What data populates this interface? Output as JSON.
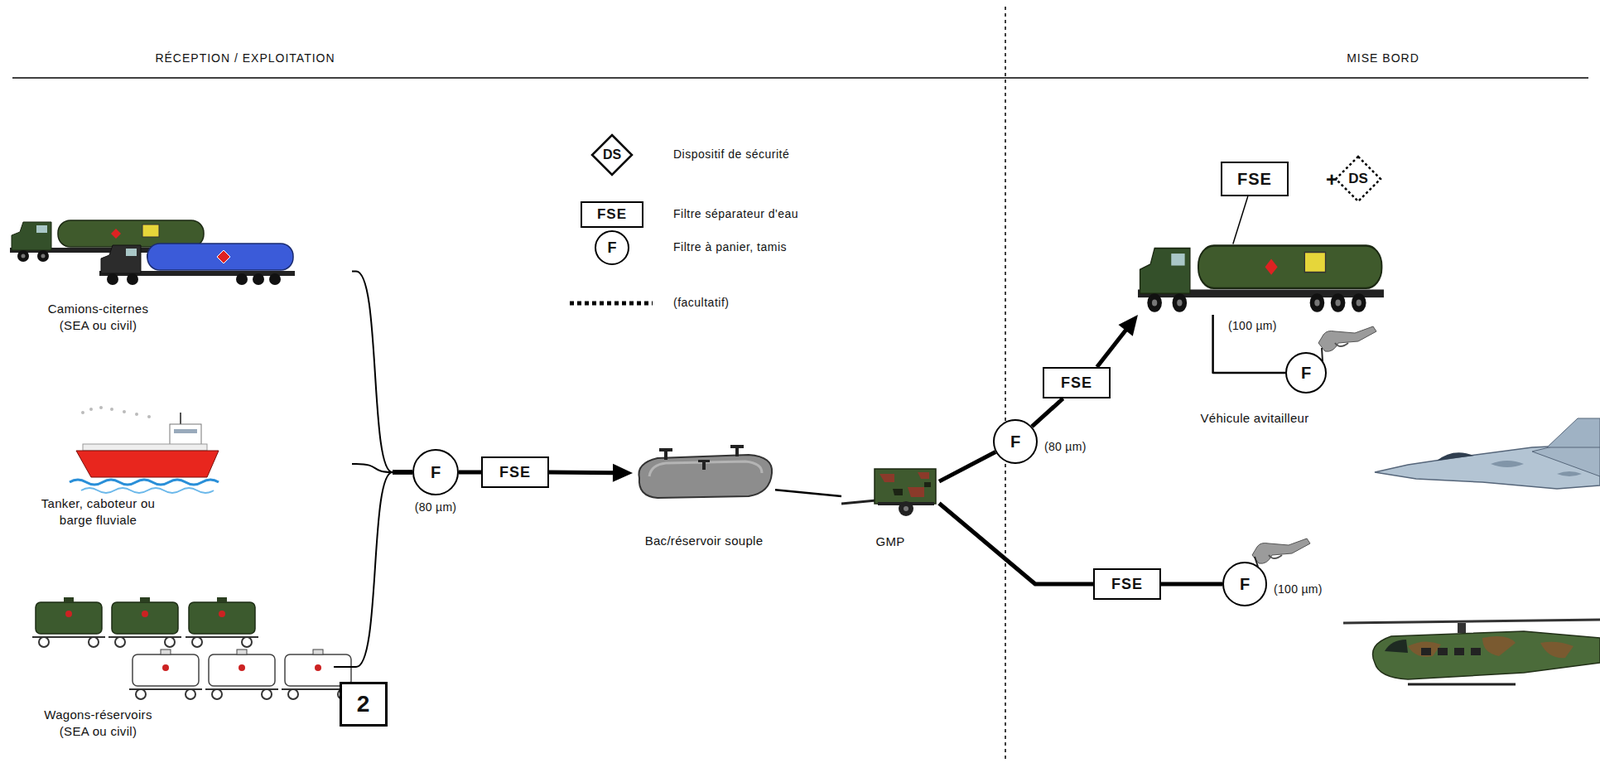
{
  "diagram": {
    "nodes": [
      {
        "text": [
          "Camions-citernes (SEA ou civil)"
        ]
      },
      {
        "text": [
          "Tanker, caboteur ou barge fluviale"
        ]
      },
      {
        "text": [
          "Wagons-réservoirs (SEA ou civil)"
        ]
      },
      {
        "text": [
          "2"
        ]
      },
      {
        "text": [
          "F",
          "(80 µm)"
        ]
      },
      {
        "text": [
          "FSE"
        ]
      },
      {
        "text": [
          "Bac/réservoir souple"
        ]
      },
      {
        "text": [
          "GMP"
        ]
      },
      {
        "text": [
          "F",
          "(80 µm)"
        ]
      },
      {
        "text": [
          "FSE"
        ]
      },
      {
        "text": [
          "Véhicule avitailleur"
        ]
      },
      {
        "text": [
          "FSE"
        ]
      },
      {
        "text": [
          "DS"
        ]
      },
      {
        "text": [
          "F",
          "(100 µm)"
        ]
      },
      {
        "text": [
          "FSE"
        ]
      },
      {
        "text": [
          "F",
          "(100 µm)"
        ]
      }
    ],
    "edges": [
      {
        "from": 0,
        "to": 4,
        "arrow": "none"
      },
      {
        "from": 1,
        "to": 4,
        "arrow": "none"
      },
      {
        "from": 2,
        "to": 4,
        "arrow": "none"
      },
      {
        "from": 4,
        "to": 5,
        "arrow": "none"
      },
      {
        "from": 5,
        "to": 6,
        "arrow": "to"
      },
      {
        "from": 6,
        "to": 7,
        "arrow": "none"
      },
      {
        "from": 7,
        "to": 8,
        "arrow": "none"
      },
      {
        "from": 8,
        "to": 9,
        "arrow": "none"
      },
      {
        "from": 9,
        "to": 10,
        "arrow": "to"
      },
      {
        "from": 10,
        "to": 13,
        "arrow": "none"
      },
      {
        "from": 11,
        "to": 10,
        "arrow": "none"
      },
      {
        "from": 7,
        "to": 14,
        "arrow": "none"
      },
      {
        "from": 14,
        "to": 15,
        "arrow": "none"
      }
    ],
    "labels": [
      "RÉCEPTION / EXPLOITATION",
      "MISE BORD",
      "DS",
      "FSE",
      "F",
      "+"
    ],
    "legend": [
      {
        "text": "Dispositif de sécurité"
      },
      {
        "text": "Filtre séparateur d'eau"
      },
      {
        "text": "Filtre à panier, tamis"
      },
      {
        "text": "(facultatif)"
      }
    ]
  }
}
